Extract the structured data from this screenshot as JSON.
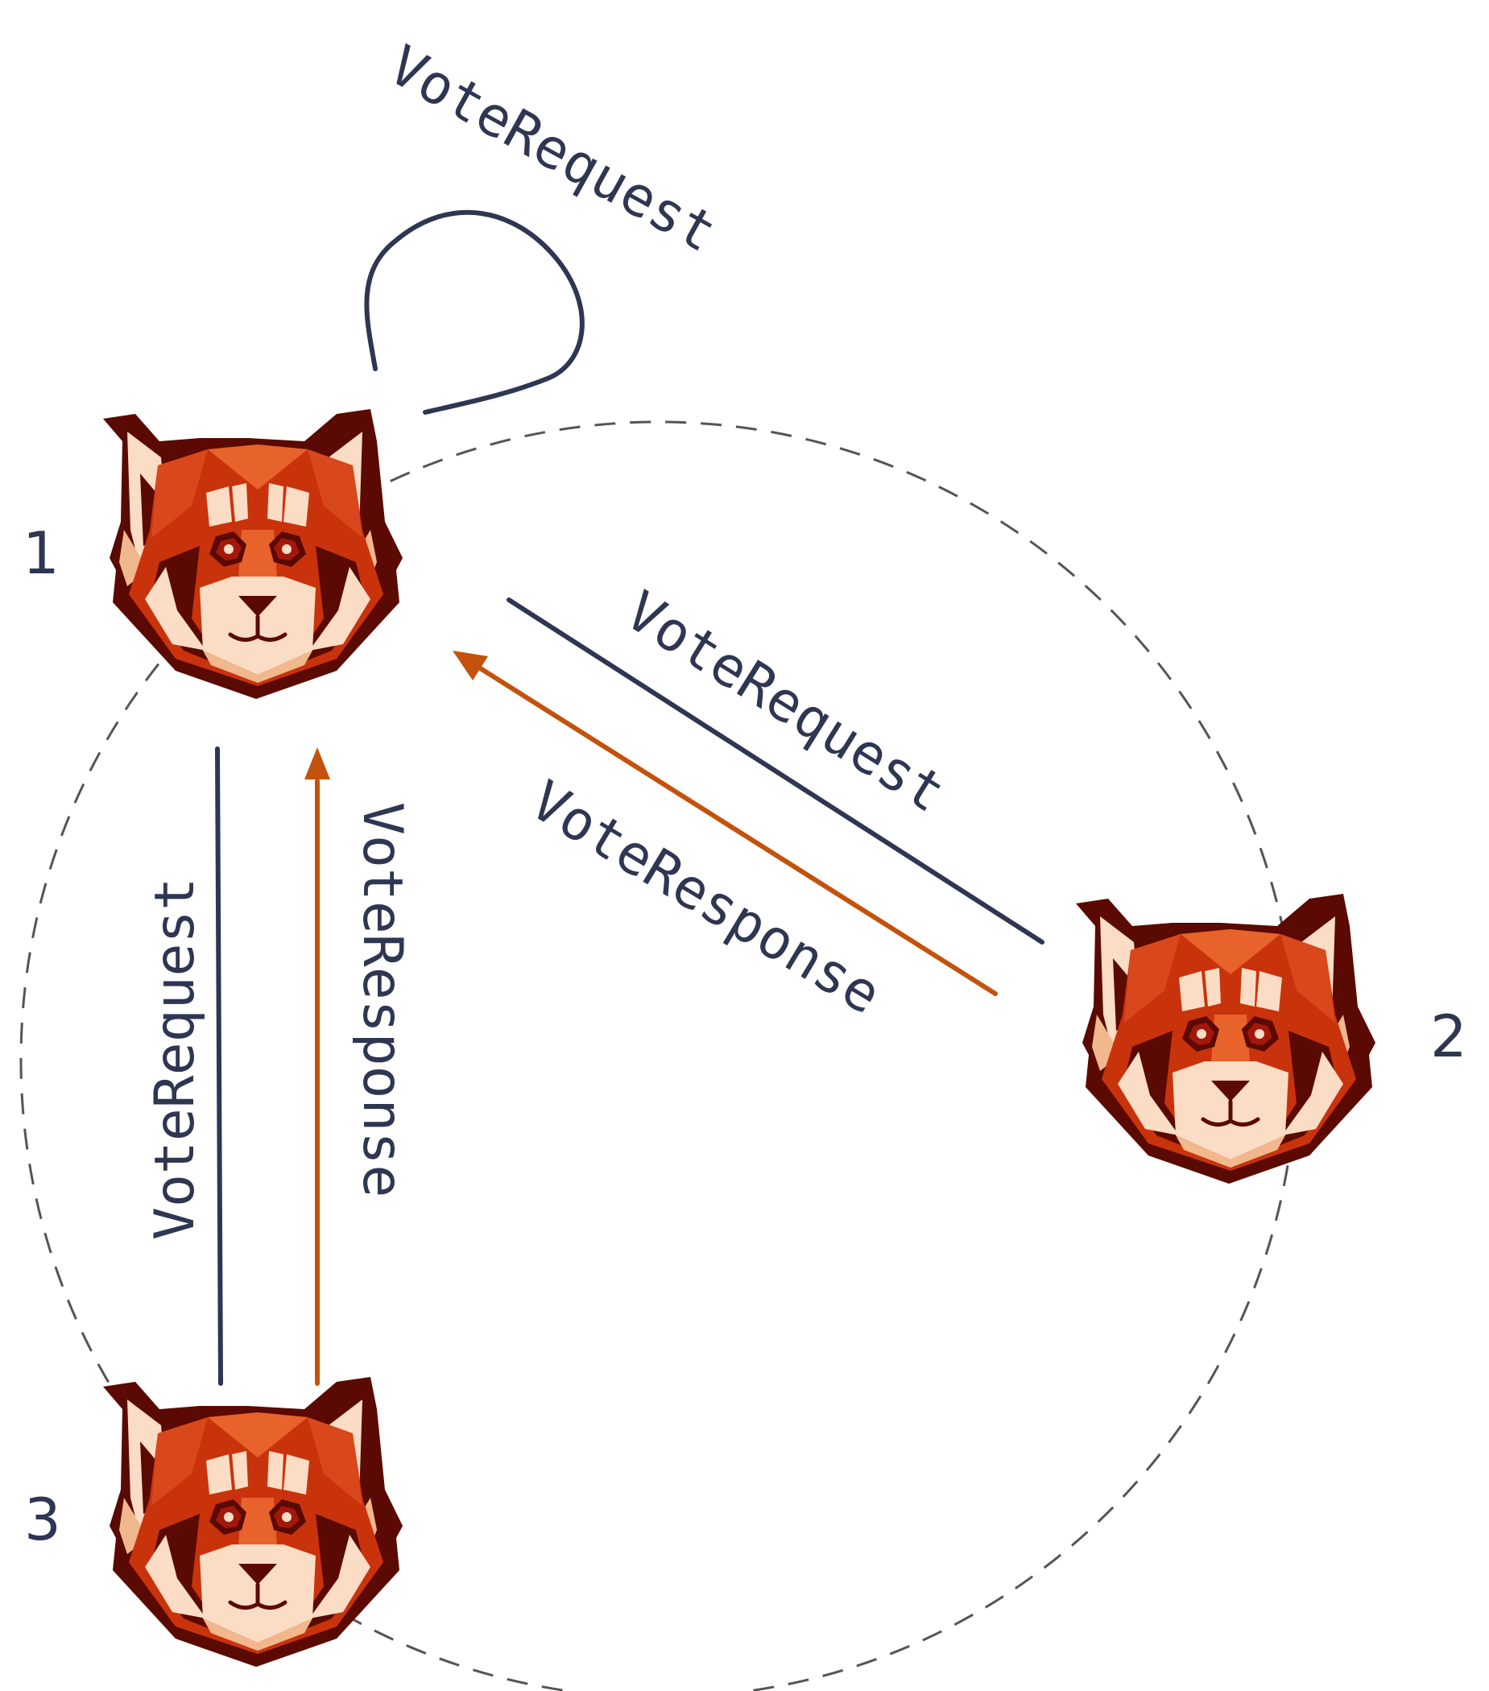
{
  "nodes": [
    {
      "label": "1"
    },
    {
      "label": "2"
    },
    {
      "label": "3"
    }
  ],
  "edges": {
    "self_loop": {
      "from": "1",
      "to": "1",
      "label": "VoteRequest"
    },
    "req_1_2": {
      "from": "1",
      "to": "2",
      "label": "VoteRequest"
    },
    "resp_2_1": {
      "from": "2",
      "to": "1",
      "label": "VoteResponse"
    },
    "req_1_3": {
      "from": "1",
      "to": "3",
      "label": "VoteRequest"
    },
    "resp_3_1": {
      "from": "3",
      "to": "1",
      "label": "VoteResponse"
    }
  },
  "colors": {
    "request": "#2e3652",
    "response": "#c4520c",
    "ring": "#555555",
    "panda_dark": "#5a0a02",
    "panda_main": "#c9330c",
    "panda_light": "#e8622c",
    "panda_cream": "#fbdcc4",
    "panda_peach": "#f1b88d"
  }
}
